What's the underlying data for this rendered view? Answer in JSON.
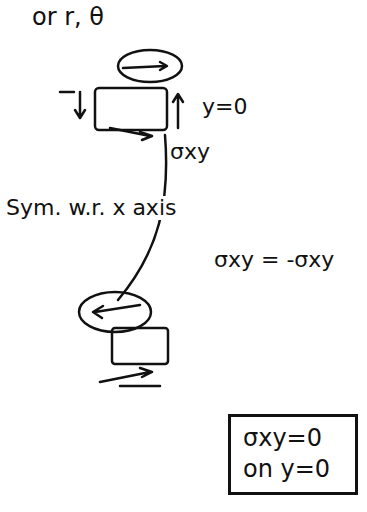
{
  "diagram": {
    "nodes": [
      {
        "text": [
          "σxy=0 on y=0"
        ]
      }
    ],
    "labels": [
      "or r, θ",
      "y=0",
      "σxy",
      "Sym. w.r. x axis",
      "σxy = -σxy"
    ]
  }
}
